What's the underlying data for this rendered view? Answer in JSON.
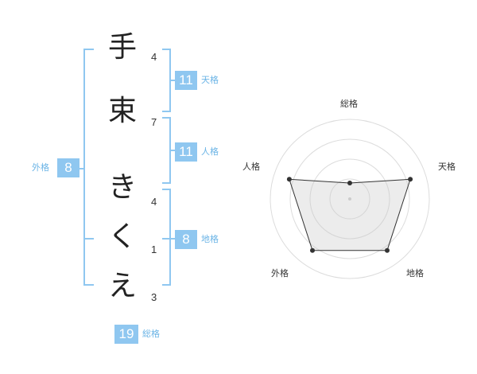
{
  "name_chars": [
    {
      "char": "手",
      "strokes": "4"
    },
    {
      "char": "束",
      "strokes": "7"
    },
    {
      "char": "き",
      "strokes": "4"
    },
    {
      "char": "く",
      "strokes": "1"
    },
    {
      "char": "え",
      "strokes": "3"
    }
  ],
  "fortunes": {
    "tenkaku": {
      "value": "11",
      "label": "天格"
    },
    "jinkaku": {
      "value": "11",
      "label": "人格"
    },
    "chikaku": {
      "value": "8",
      "label": "地格"
    },
    "gaikaku": {
      "value": "8",
      "label": "外格"
    },
    "soukaku": {
      "value": "19",
      "label": "総格"
    }
  },
  "colors": {
    "accent": "#8fc7f0",
    "bracket": "#8fc7f0",
    "badge_label": "#6bb4e6"
  },
  "chart_data": {
    "type": "radar",
    "axes": [
      "総格",
      "天格",
      "地格",
      "外格",
      "人格"
    ],
    "values": [
      0.2,
      0.8,
      0.8,
      0.8,
      0.8
    ],
    "max": 1,
    "rings": 4
  }
}
